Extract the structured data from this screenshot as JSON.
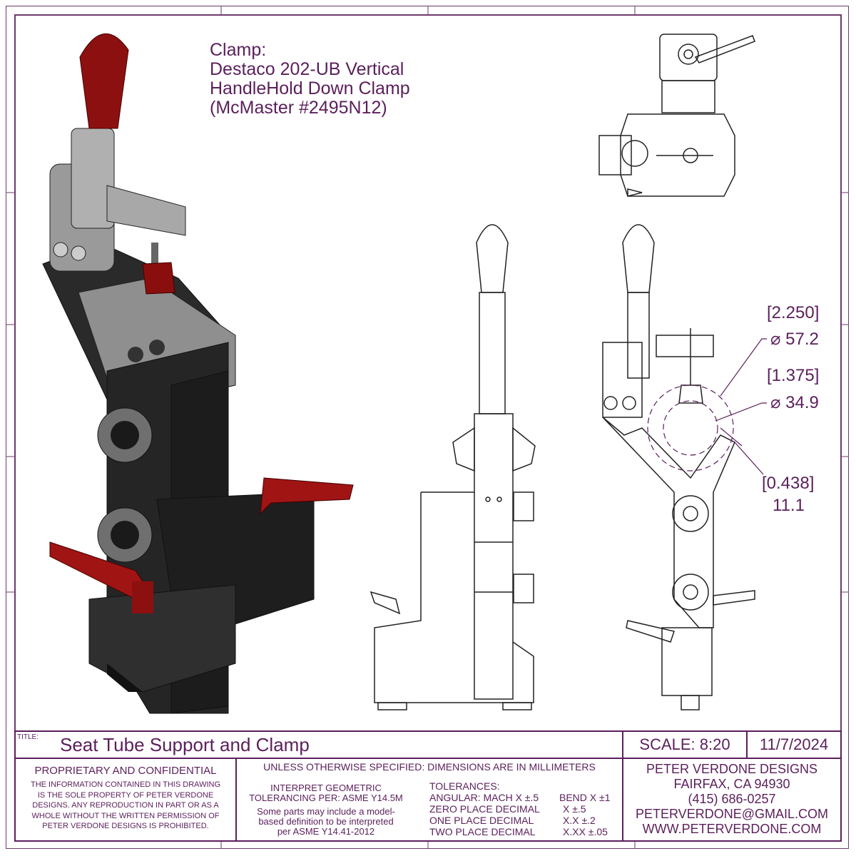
{
  "note": {
    "lines": [
      "Clamp:",
      "Destaco 202-UB Vertical",
      "HandleHold Down Clamp",
      "(McMaster #2495N12)"
    ]
  },
  "dimensions": [
    {
      "ref": "[2.250]",
      "value": "⌀ 57.2"
    },
    {
      "ref": "[1.375]",
      "value": "⌀ 34.9"
    },
    {
      "ref": "[0.438]",
      "value": "11.1"
    }
  ],
  "title_block": {
    "title_label": "TITLE:",
    "title": "Seat Tube Support and Clamp",
    "scale": "SCALE: 8:20",
    "date": "11/7/2024",
    "proprietary_heading": "PROPRIETARY AND CONFIDENTIAL",
    "proprietary_text": [
      "THE INFORMATION CONTAINED IN THIS DRAWING",
      "IS THE SOLE PROPERTY OF PETER VERDONE",
      "DESIGNS.  ANY  REPRODUCTION IN PART OR AS A",
      "WHOLE WITHOUT THE WRITTEN PERMISSION OF",
      "PETER VERDONE DESIGNS IS PROHIBITED."
    ],
    "units_note": "UNLESS OTHERWISE SPECIFIED: DIMENSIONS ARE IN MILLIMETERS",
    "gdt": [
      "INTERPRET GEOMETRIC",
      "TOLERANCING PER: ASME Y14.5M"
    ],
    "mbd": [
      "Some parts may include a model-",
      "based definition to be interpreted",
      "per ASME Y14.41-2012"
    ],
    "tolerances_heading": "TOLERANCES:",
    "tolerances": [
      {
        "label": "ANGULAR: MACH X ±.5",
        "value": "BEND X ±1"
      },
      {
        "label": "ZERO PLACE DECIMAL",
        "value": "X ±.5"
      },
      {
        "label": "ONE PLACE DECIMAL",
        "value": "X.X ±.2"
      },
      {
        "label": "TWO PLACE DECIMAL",
        "value": "X.XX ±.05"
      }
    ],
    "company": [
      "PETER VERDONE DESIGNS",
      "FAIRFAX, CA 94930",
      "(415) 686-0257",
      "PETERVERDONE@GMAIL.COM",
      "WWW.PETERVERDONE.COM"
    ]
  }
}
